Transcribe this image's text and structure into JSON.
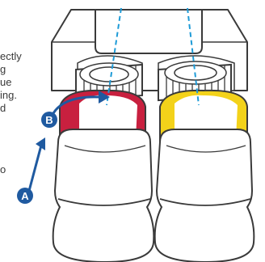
{
  "instruction_text_lines": [
    "ectly",
    "g",
    "ue",
    "ing.",
    "d",
    "o"
  ],
  "step_badges": [
    {
      "id": "A",
      "label": "A"
    },
    {
      "id": "B",
      "label": "B"
    }
  ],
  "colors": {
    "outline": "#3a3a3a",
    "cap_red": "#c8203f",
    "cap_yellow": "#f3d21a",
    "guide_line": "#1e9bd7",
    "arrow": "#1f5aa0",
    "badge": "#1f5aa0"
  },
  "icons": {
    "arrow_a": "arrow-up-curved",
    "arrow_b": "arrow-curved-right"
  }
}
